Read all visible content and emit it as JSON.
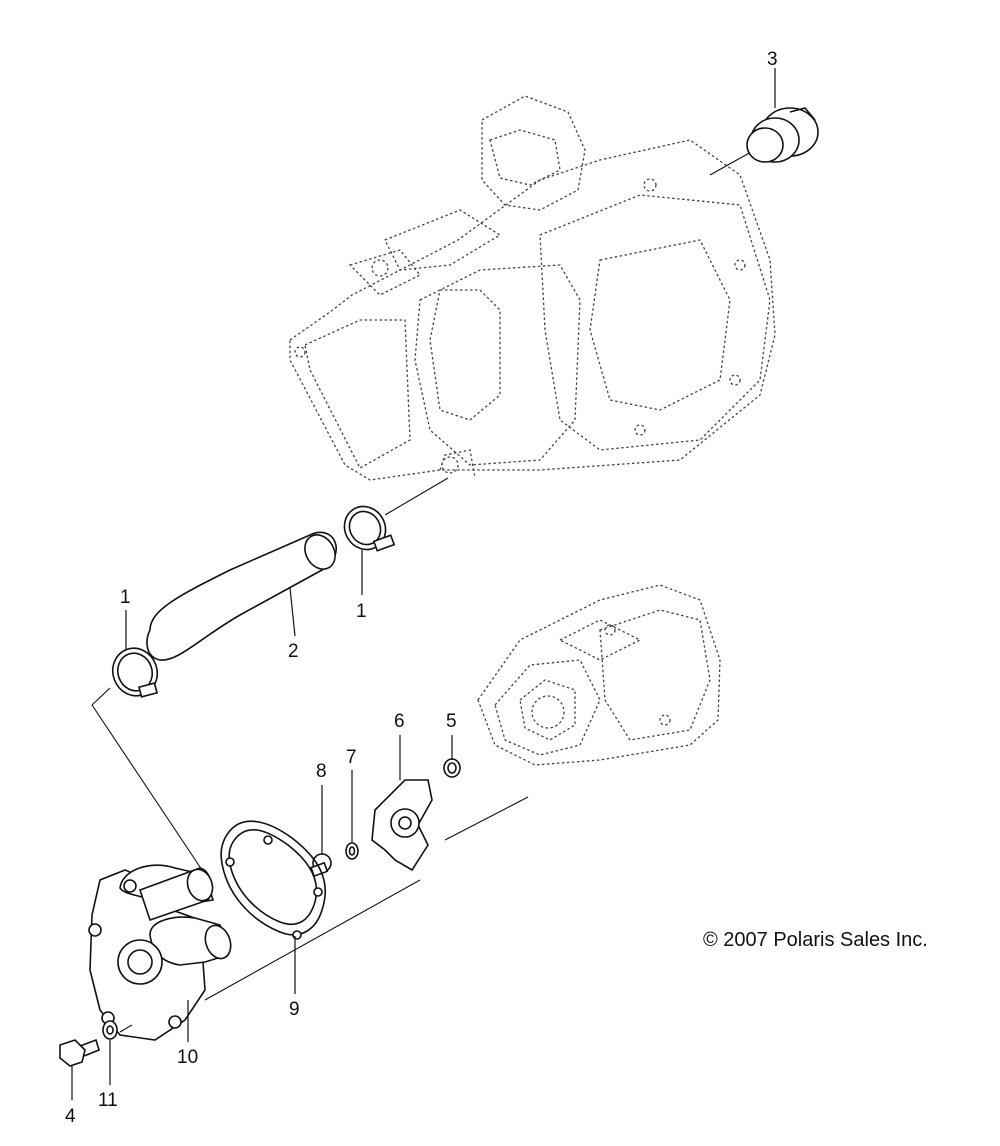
{
  "callouts": {
    "c1a": "1",
    "c1b": "1",
    "c2": "2",
    "c3": "3",
    "c4": "4",
    "c5": "5",
    "c6": "6",
    "c7": "7",
    "c8": "8",
    "c9": "9",
    "c10": "10",
    "c11": "11"
  },
  "copyright": "© 2007 Polaris Sales Inc."
}
